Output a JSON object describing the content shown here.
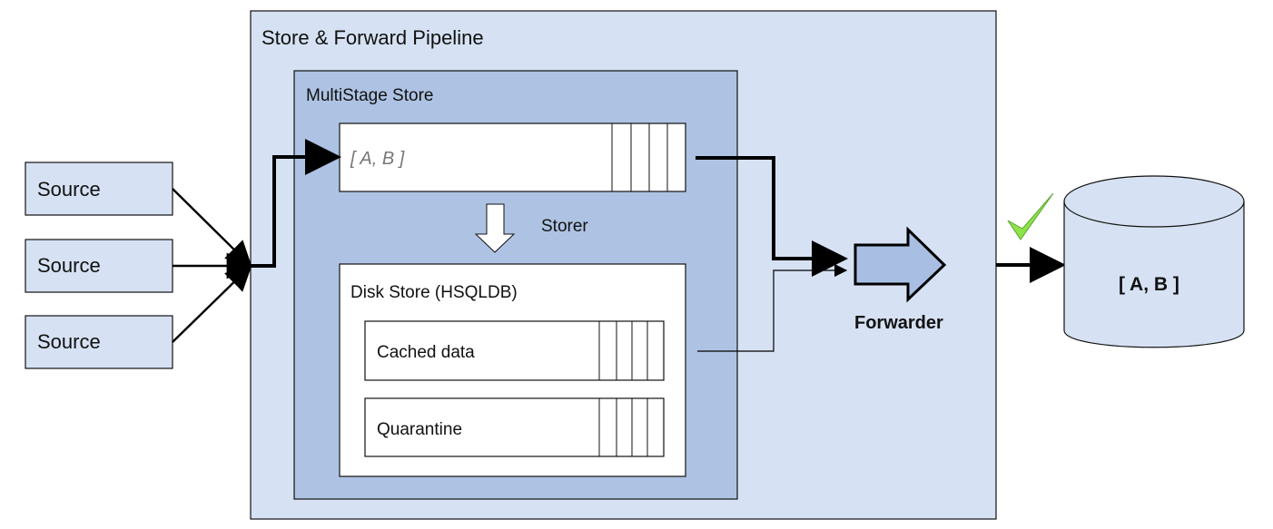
{
  "diagram": {
    "pipeline_title": "Store & Forward Pipeline",
    "multistage_title": "MultiStage Store",
    "queue_text": "[ A, B ]",
    "storer_label": "Storer",
    "disk_store_title": "Disk Store (HSQLDB)",
    "cached_data_label": "Cached data",
    "quarantine_label": "Quarantine",
    "forwarder_label": "Forwarder",
    "database_text": "[ A, B ]",
    "sources": [
      "Source",
      "Source",
      "Source"
    ],
    "check_icon": "check-icon",
    "colors": {
      "pipeline_fill": "#d6e2f3",
      "multistage_fill": "#aec3e3",
      "white_box": "#ffffff",
      "source_fill": "#d6e2f3",
      "forwarder_fill": "#a8bfe3",
      "db_fill": "#d6e2f3",
      "check": "#8ee34a"
    }
  }
}
